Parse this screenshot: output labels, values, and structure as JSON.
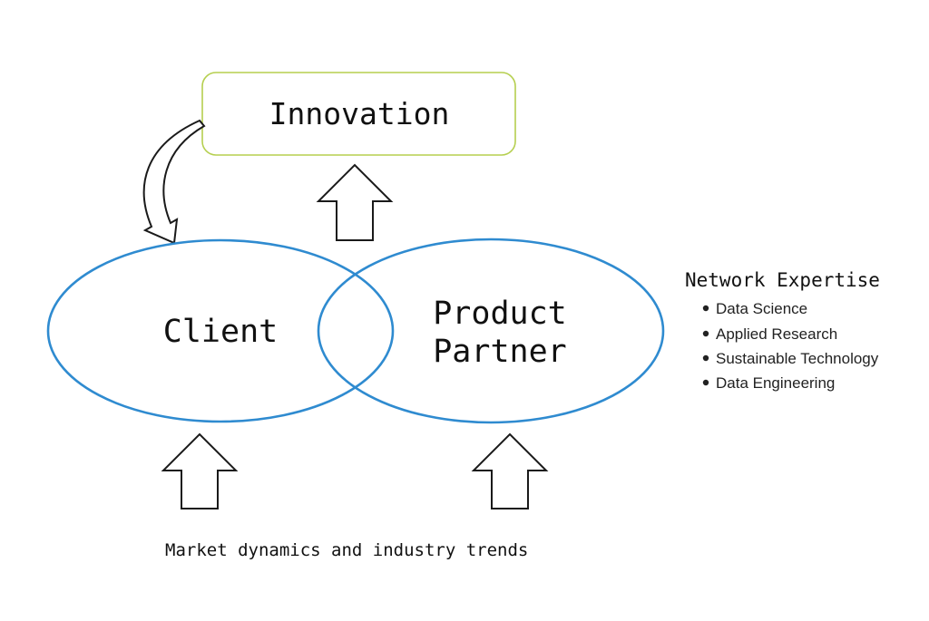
{
  "innovation": {
    "label": "Innovation",
    "border_color": "#b5cf4f"
  },
  "client": {
    "label": "Client",
    "stroke_color": "#2f8bd0"
  },
  "product_partner": {
    "line1": "Product",
    "line2": "Partner",
    "stroke_color": "#2f8bd0"
  },
  "bottom_caption": "Market dynamics and industry trends",
  "network_expertise": {
    "title": "Network Expertise",
    "items": [
      "Data Science",
      "Applied Research",
      "Sustainable Technology",
      "Data Engineering"
    ]
  }
}
